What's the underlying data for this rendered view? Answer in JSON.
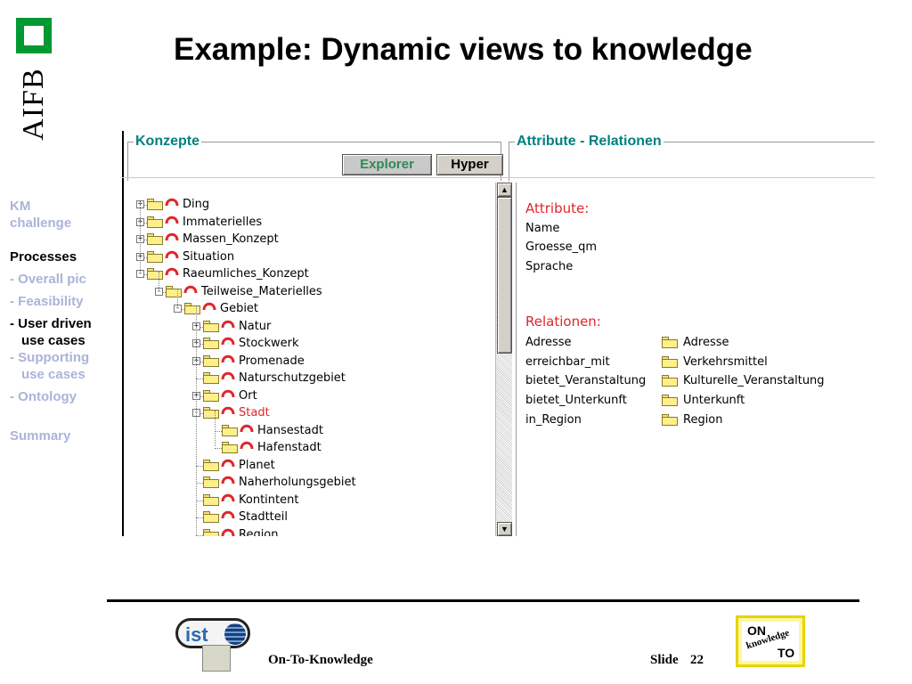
{
  "logo": {
    "text": "AIFB",
    "brand_color": "#009933"
  },
  "title": "Example: Dynamic views to knowledge",
  "nav": {
    "items": [
      {
        "label": "KM"
      },
      {
        "label": "challenge"
      },
      {
        "label": "Processes"
      },
      {
        "label": "- Overall pic"
      },
      {
        "label": "- Feasibility"
      },
      {
        "label": "- User driven"
      },
      {
        "label": "use cases"
      },
      {
        "label": "- Supporting"
      },
      {
        "label": "use cases"
      },
      {
        "label": "- Ontology"
      },
      {
        "label": "Summary"
      }
    ]
  },
  "konzepte": {
    "legend": "Konzepte",
    "explorer_label": "Explorer",
    "hyper_label": "Hyper"
  },
  "tree": {
    "nodes": [
      {
        "label": "Ding",
        "expander": "+"
      },
      {
        "label": "Immaterielles",
        "expander": "+"
      },
      {
        "label": "Massen_Konzept",
        "expander": "+"
      },
      {
        "label": "Situation",
        "expander": "+"
      },
      {
        "label": "Raeumliches_Konzept",
        "expander": "−"
      },
      {
        "label": "Teilweise_Materielles",
        "expander": "−"
      },
      {
        "label": "Gebiet",
        "expander": "−"
      },
      {
        "label": "Natur",
        "expander": "+"
      },
      {
        "label": "Stockwerk",
        "expander": "+"
      },
      {
        "label": "Promenade",
        "expander": "+"
      },
      {
        "label": "Naturschutzgebiet",
        "expander": ""
      },
      {
        "label": "Ort",
        "expander": "+"
      },
      {
        "label": "Stadt",
        "expander": "−"
      },
      {
        "label": "Hansestadt",
        "expander": ""
      },
      {
        "label": "Hafenstadt",
        "expander": ""
      },
      {
        "label": "Planet",
        "expander": ""
      },
      {
        "label": "Naherholungsgebiet",
        "expander": ""
      },
      {
        "label": "Kontintent",
        "expander": ""
      },
      {
        "label": "Stadtteil",
        "expander": ""
      },
      {
        "label": "Region",
        "expander": ""
      }
    ]
  },
  "attributes_relations": {
    "legend": "Attribute - Relationen",
    "attributes_heading": "Attribute:",
    "attributes": [
      "Name",
      "Groesse_qm",
      "Sprache"
    ],
    "relations_heading": "Relationen:",
    "relations": [
      {
        "name": "Adresse",
        "target": "Adresse"
      },
      {
        "name": "erreichbar_mit",
        "target": "Verkehrsmittel"
      },
      {
        "name": "bietet_Veranstaltung",
        "target": "Kulturelle_Veranstaltung"
      },
      {
        "name": "bietet_Unterkunft",
        "target": "Unterkunft"
      },
      {
        "name": "in_Region",
        "target": "Region"
      }
    ]
  },
  "footer": {
    "ist_logo_text": "ist",
    "project": "On-To-Knowledge",
    "slide_label": "Slide",
    "slide_number": "22",
    "otk_logo": {
      "w1": "ON",
      "w2": "knowledge",
      "w3": "TO"
    }
  },
  "colors": {
    "nav_inactive": "#aab4d8",
    "legend": "#008080",
    "red_text": "#e0262a",
    "explorer_text": "#2e8b57"
  }
}
